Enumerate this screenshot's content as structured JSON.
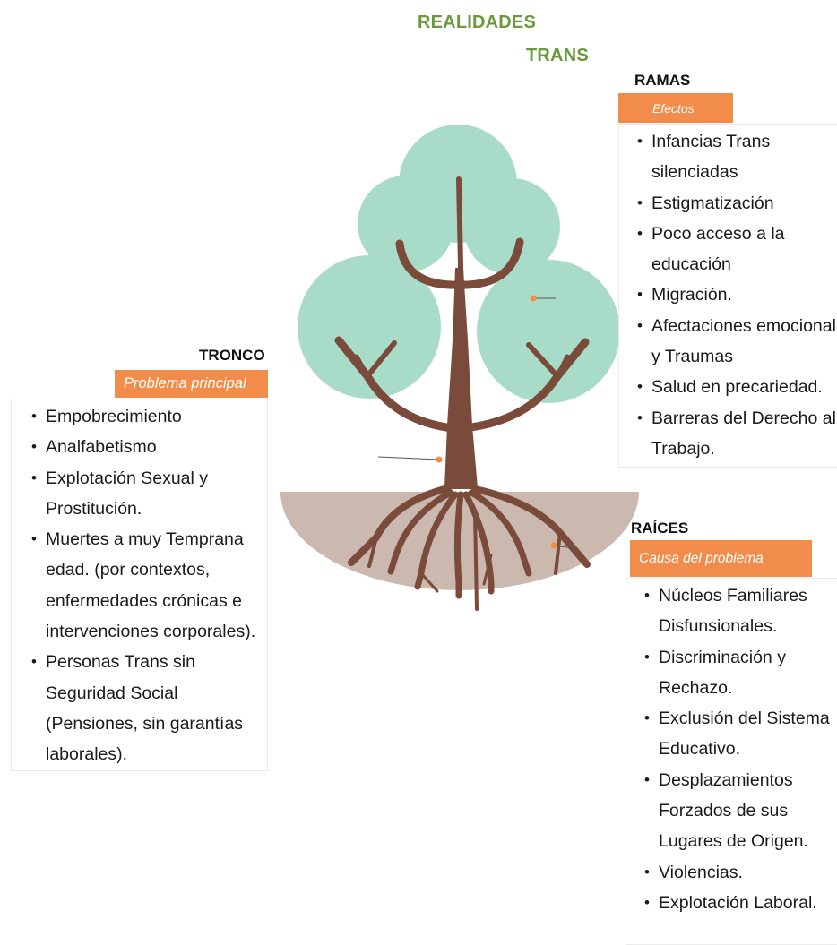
{
  "title": {
    "line1": "REALIDADES",
    "line2": "TRANS"
  },
  "colors": {
    "title": "#6a9a3c",
    "tag_background": "#f28c4b",
    "canopy": "#a9dcc8",
    "trunk": "#7a4a3a",
    "ground": "#cbb9b0"
  },
  "ramas": {
    "heading": "RAMAS",
    "tag": "Efectos",
    "items": [
      "Infancias Trans silenciadas",
      "Estigmatización",
      "Poco acceso a la educación",
      "Migración.",
      "Afectaciones emocionales y Traumas",
      "Salud en precariedad.",
      "Barreras del Derecho al Trabajo."
    ]
  },
  "tronco": {
    "heading": "TRONCO",
    "tag": "Problema principal",
    "items": [
      "Empobrecimiento",
      "Analfabetismo",
      "Explotación Sexual y Prostitución.",
      "Muertes a muy Temprana edad. (por contextos, enfermedades crónicas e intervenciones corporales).",
      "Personas Trans sin Seguridad Social (Pensiones, sin garantías laborales)."
    ]
  },
  "raices": {
    "heading": "RAÍCES",
    "tag": "Causa del problema",
    "items": [
      "Núcleos Familiares Disfunsionales.",
      "Discriminación y Rechazo.",
      "Exclusión del Sistema Educativo.",
      "Desplazamientos Forzados de sus Lugares de Origen.",
      "Violencias.",
      "Explotación Laboral."
    ]
  }
}
